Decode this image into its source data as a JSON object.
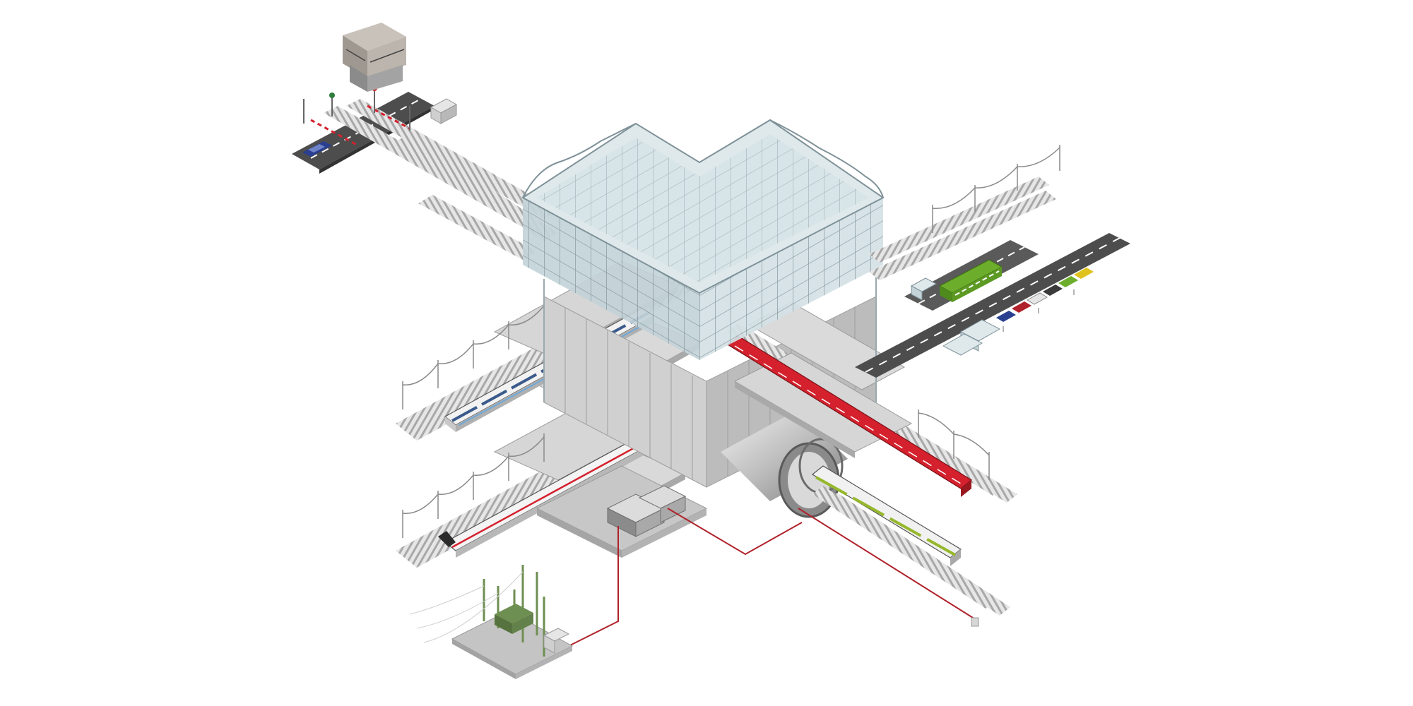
{
  "colors": {
    "background": "#ffffff",
    "rail": "#8d8d8d",
    "sleeper": "#b8b8b8",
    "platform": "#d6d6d6",
    "platform_dark": "#a9a9a9",
    "glass": "#cfdde2",
    "glass_frame": "#7f9299",
    "road": "#4d4d4d",
    "road_marking": "#ffffff",
    "power_cable": "#b0222b",
    "regional_train": "#d4212d",
    "bus": "#6cae2c",
    "tram_accent": "#95b82c",
    "substation": "#6e8f52",
    "concrete": "#c4c4c4"
  },
  "scene": {
    "elements": [
      {
        "name": "glass-roof",
        "label": ""
      },
      {
        "name": "station-core",
        "label": ""
      },
      {
        "name": "signal-box",
        "label": ""
      },
      {
        "name": "level-crossing",
        "label": ""
      },
      {
        "name": "upper-platform-track",
        "label": ""
      },
      {
        "name": "lower-platform-track",
        "label": ""
      },
      {
        "name": "regional-track",
        "label": ""
      },
      {
        "name": "tunnel-track",
        "label": ""
      },
      {
        "name": "bus-terminal",
        "label": ""
      },
      {
        "name": "parking-lot",
        "label": ""
      },
      {
        "name": "power-substation",
        "label": ""
      }
    ]
  },
  "icons": {
    "signal_box": "signal-box-icon",
    "car": "car-icon",
    "bus": "bus-icon",
    "train": "train-icon",
    "substation": "substation-icon"
  }
}
